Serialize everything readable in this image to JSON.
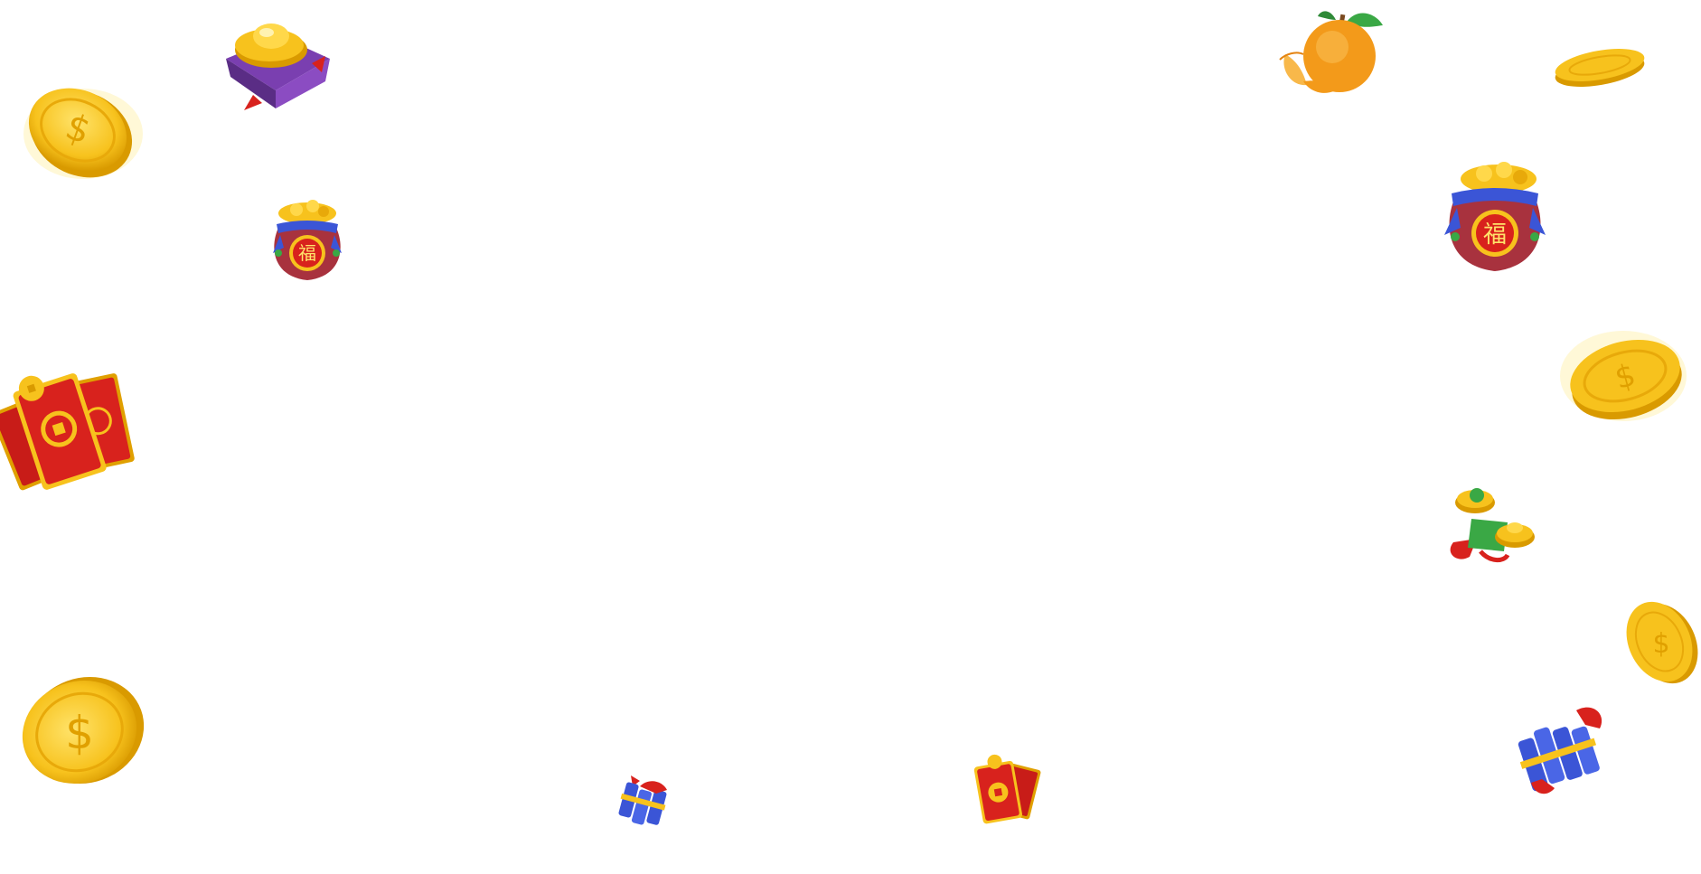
{
  "scene": {
    "background": "#ffffff",
    "items": [
      {
        "kind": "coin",
        "name": "gold-coin-icon"
      },
      {
        "kind": "gold-ingot-pouch",
        "name": "gold-ingot-pouch-icon"
      },
      {
        "kind": "lucky-bag",
        "name": "lucky-bag-icon",
        "glyph": "福"
      },
      {
        "kind": "red-envelopes",
        "name": "red-envelopes-icon"
      },
      {
        "kind": "coin",
        "name": "gold-coin-icon"
      },
      {
        "kind": "firecrackers",
        "name": "firecrackers-icon"
      },
      {
        "kind": "red-envelopes",
        "name": "red-envelopes-icon"
      },
      {
        "kind": "mandarin-orange",
        "name": "mandarin-orange-icon"
      },
      {
        "kind": "coin",
        "name": "gold-coin-icon"
      },
      {
        "kind": "lucky-bag",
        "name": "lucky-bag-icon",
        "glyph": "福"
      },
      {
        "kind": "coin",
        "name": "gold-coin-icon"
      },
      {
        "kind": "gold-ingot-charm",
        "name": "gold-ingot-charm-icon"
      },
      {
        "kind": "coin",
        "name": "gold-coin-icon"
      },
      {
        "kind": "firecrackers",
        "name": "firecrackers-icon"
      }
    ]
  },
  "colors": {
    "gold": "#f7c21d",
    "gold_dark": "#d99a00",
    "red": "#d8221d",
    "red_dark": "#9b1212",
    "purple": "#7a3fb0",
    "blue": "#3b55d6",
    "orange": "#f39a1a",
    "leaf": "#3aa845",
    "bag": "#a8323e"
  }
}
